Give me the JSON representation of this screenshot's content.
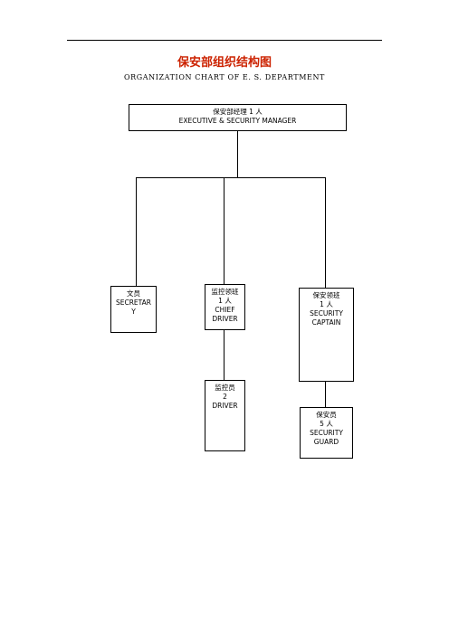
{
  "header": {
    "title": "保安部组织结构图",
    "subtitle": "ORGANIZATION CHART OF E. S. DEPARTMENT"
  },
  "chart": {
    "top": {
      "line1": "保安部经理 1 人",
      "line2": "EXECUTIVE  & SECURITY MANAGER"
    },
    "secretary": {
      "line1": "文员",
      "line2": "SECRETAR",
      "line3": "Y"
    },
    "chief_driver": {
      "line1": "监控领班",
      "line2": "1 人",
      "line3": "CHIEF",
      "line4": "DRIVER"
    },
    "security_captain": {
      "line1": "保安领班",
      "line2": "1 人",
      "line3": "SECURITY",
      "line4": "CAPTAIN"
    },
    "driver": {
      "line1": "监控员",
      "line2": "2",
      "line3": "DRIVER"
    },
    "security_guard": {
      "line1": "保安员",
      "line2": "5 人",
      "line3": "SECURITY",
      "line4": "GUARD"
    }
  }
}
